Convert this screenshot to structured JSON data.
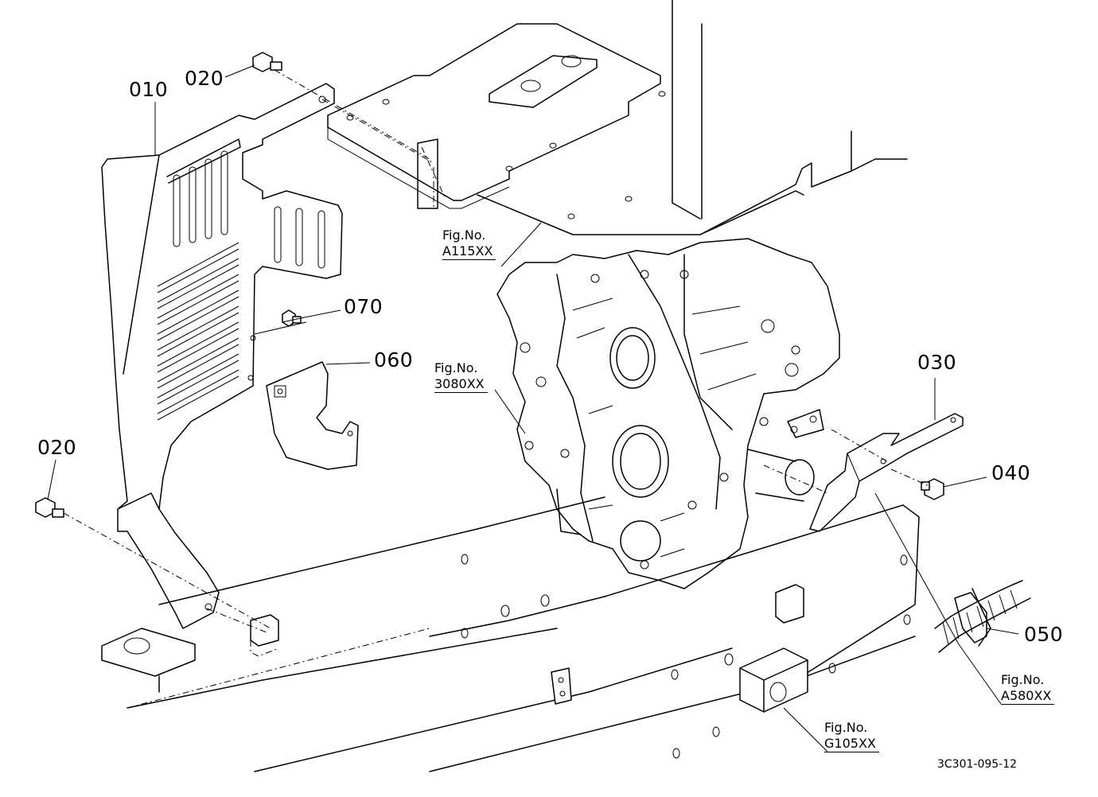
{
  "parts": {
    "p010": "010",
    "p020_top": "020",
    "p020_left": "020",
    "p030": "030",
    "p040": "040",
    "p050": "050",
    "p060": "060",
    "p070": "070"
  },
  "figures": {
    "a115": {
      "prefix": "Fig.No.",
      "code": "A115XX"
    },
    "f3080": {
      "prefix": "Fig.No.",
      "code": "3080XX"
    },
    "a580": {
      "prefix": "Fig.No.",
      "code": "A580XX"
    },
    "g105": {
      "prefix": "Fig.No.",
      "code": "G105XX"
    }
  },
  "document_code": "3C301-095-12"
}
